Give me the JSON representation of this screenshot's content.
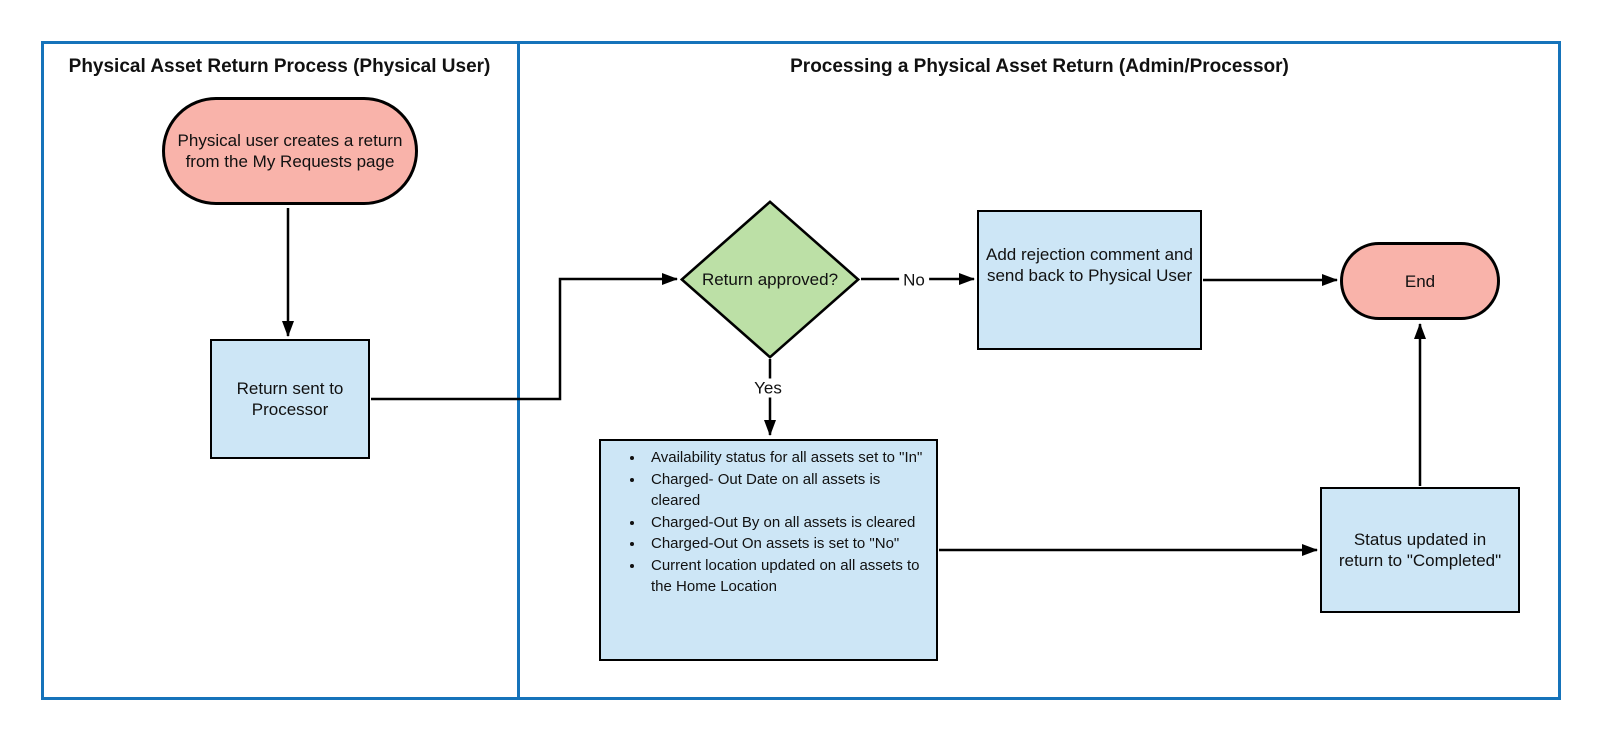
{
  "diagram": {
    "lanes": [
      {
        "title": "Physical Asset Return Process (Physical User)"
      },
      {
        "title": "Processing a Physical Asset Return (Admin/Processor)"
      }
    ],
    "nodes": {
      "start": {
        "label": "Physical user creates a return from the My Requests page"
      },
      "return_sent": {
        "label": "Return sent to Processor"
      },
      "decision": {
        "label": "Return approved?"
      },
      "rejection": {
        "label": "Add rejection comment and send back to Physical User"
      },
      "end": {
        "label": "End"
      },
      "updates": {
        "bullets": [
          "Availability status for all assets set to \"In\"",
          "Charged- Out Date on all assets is cleared",
          "Charged-Out By on all assets is cleared",
          "Charged-Out On assets  is set to \"No\"",
          "Current location updated on all assets to the Home Location"
        ]
      },
      "status": {
        "label": "Status updated in return to \"Completed\""
      }
    },
    "edge_labels": {
      "no": "No",
      "yes": "Yes"
    },
    "colors": {
      "terminator_fill": "#f9b3aa",
      "process_fill": "#cde6f6",
      "decision_fill": "#bce0a6",
      "lane_border": "#1573ba",
      "shape_border": "#000000"
    }
  }
}
